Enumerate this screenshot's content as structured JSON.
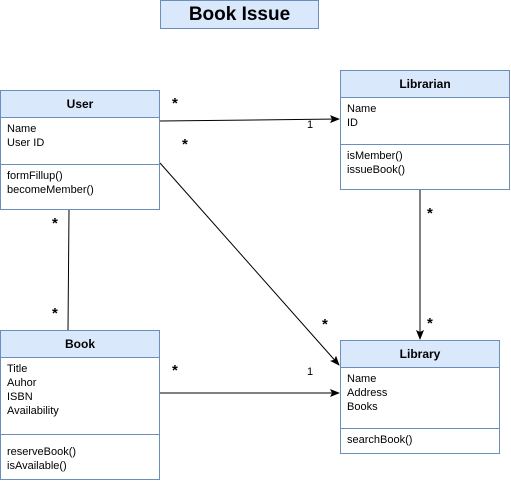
{
  "title": "Book Issue",
  "classes": {
    "user": {
      "name": "User",
      "attributes": [
        "Name",
        "User ID"
      ],
      "methods": [
        "formFillup()",
        "becomeMember()"
      ]
    },
    "librarian": {
      "name": "Librarian",
      "attributes": [
        "Name",
        "ID"
      ],
      "methods": [
        "isMember()",
        "issueBook()"
      ]
    },
    "book": {
      "name": "Book",
      "attributes": [
        "Title",
        "Auhor",
        "ISBN",
        "Availability"
      ],
      "methods": [
        "reserveBook()",
        "isAvailable()"
      ]
    },
    "library": {
      "name": "Library",
      "attributes": [
        "Name",
        "Address",
        "Books"
      ],
      "methods": [
        "searchBook()"
      ]
    }
  },
  "multiplicity": {
    "many": "*",
    "one": "1"
  }
}
